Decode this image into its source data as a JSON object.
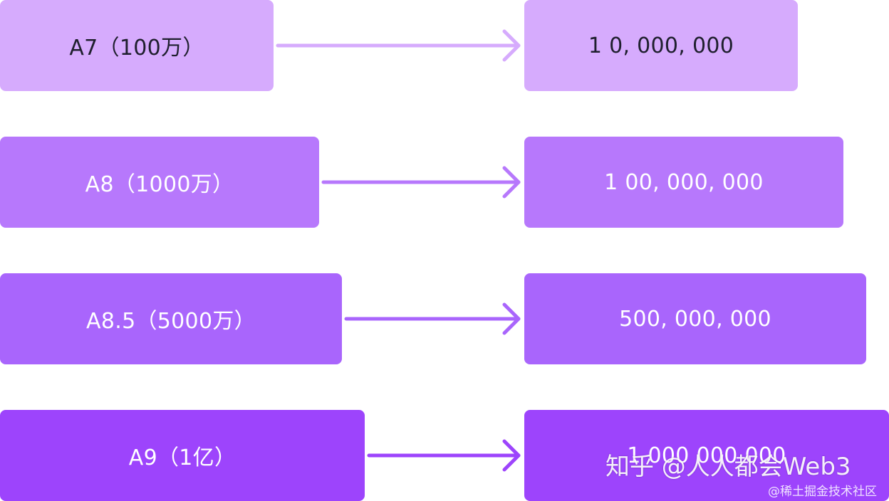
{
  "rows": [
    {
      "left_label": "A7（100万）",
      "right_label": "1 0, 000, 000",
      "fill": "#d6abfd",
      "arrow_color": "#d6abfd",
      "text_color": "#1f1f2e"
    },
    {
      "left_label": "A8（1000万）",
      "right_label": "1 00, 000, 000",
      "fill": "#b778fc",
      "arrow_color": "#b778fc",
      "text_color": "#ffffff"
    },
    {
      "left_label": "A8.5（5000万）",
      "right_label": "500, 000, 000",
      "fill": "#a965fc",
      "arrow_color": "#a965fc",
      "text_color": "#ffffff"
    },
    {
      "left_label": "A9（1亿）",
      "right_label": "1 000 000 000",
      "fill": "#9d44fc",
      "arrow_color": "#9d44fc",
      "text_color": "#ffffff"
    }
  ],
  "watermark": {
    "main": "知乎 @人人都会Web3",
    "sub": "@稀土掘金技术社区"
  }
}
